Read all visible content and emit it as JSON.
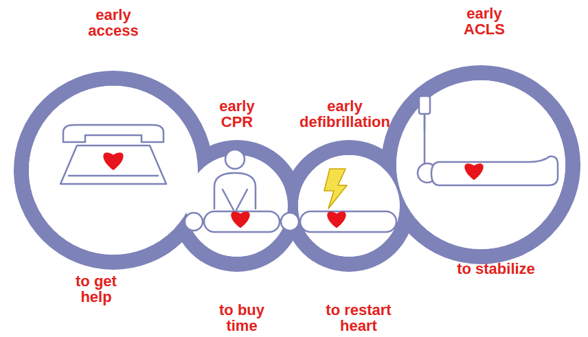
{
  "diagram": {
    "nodes": [
      {
        "text": [
          "early access",
          "to get help"
        ]
      },
      {
        "text": [
          "early CPR",
          "to buy time"
        ]
      },
      {
        "text": [
          "early defibrillation",
          "to restart heart"
        ]
      },
      {
        "text": [
          "early ACLS",
          "to stabilize"
        ]
      }
    ]
  }
}
